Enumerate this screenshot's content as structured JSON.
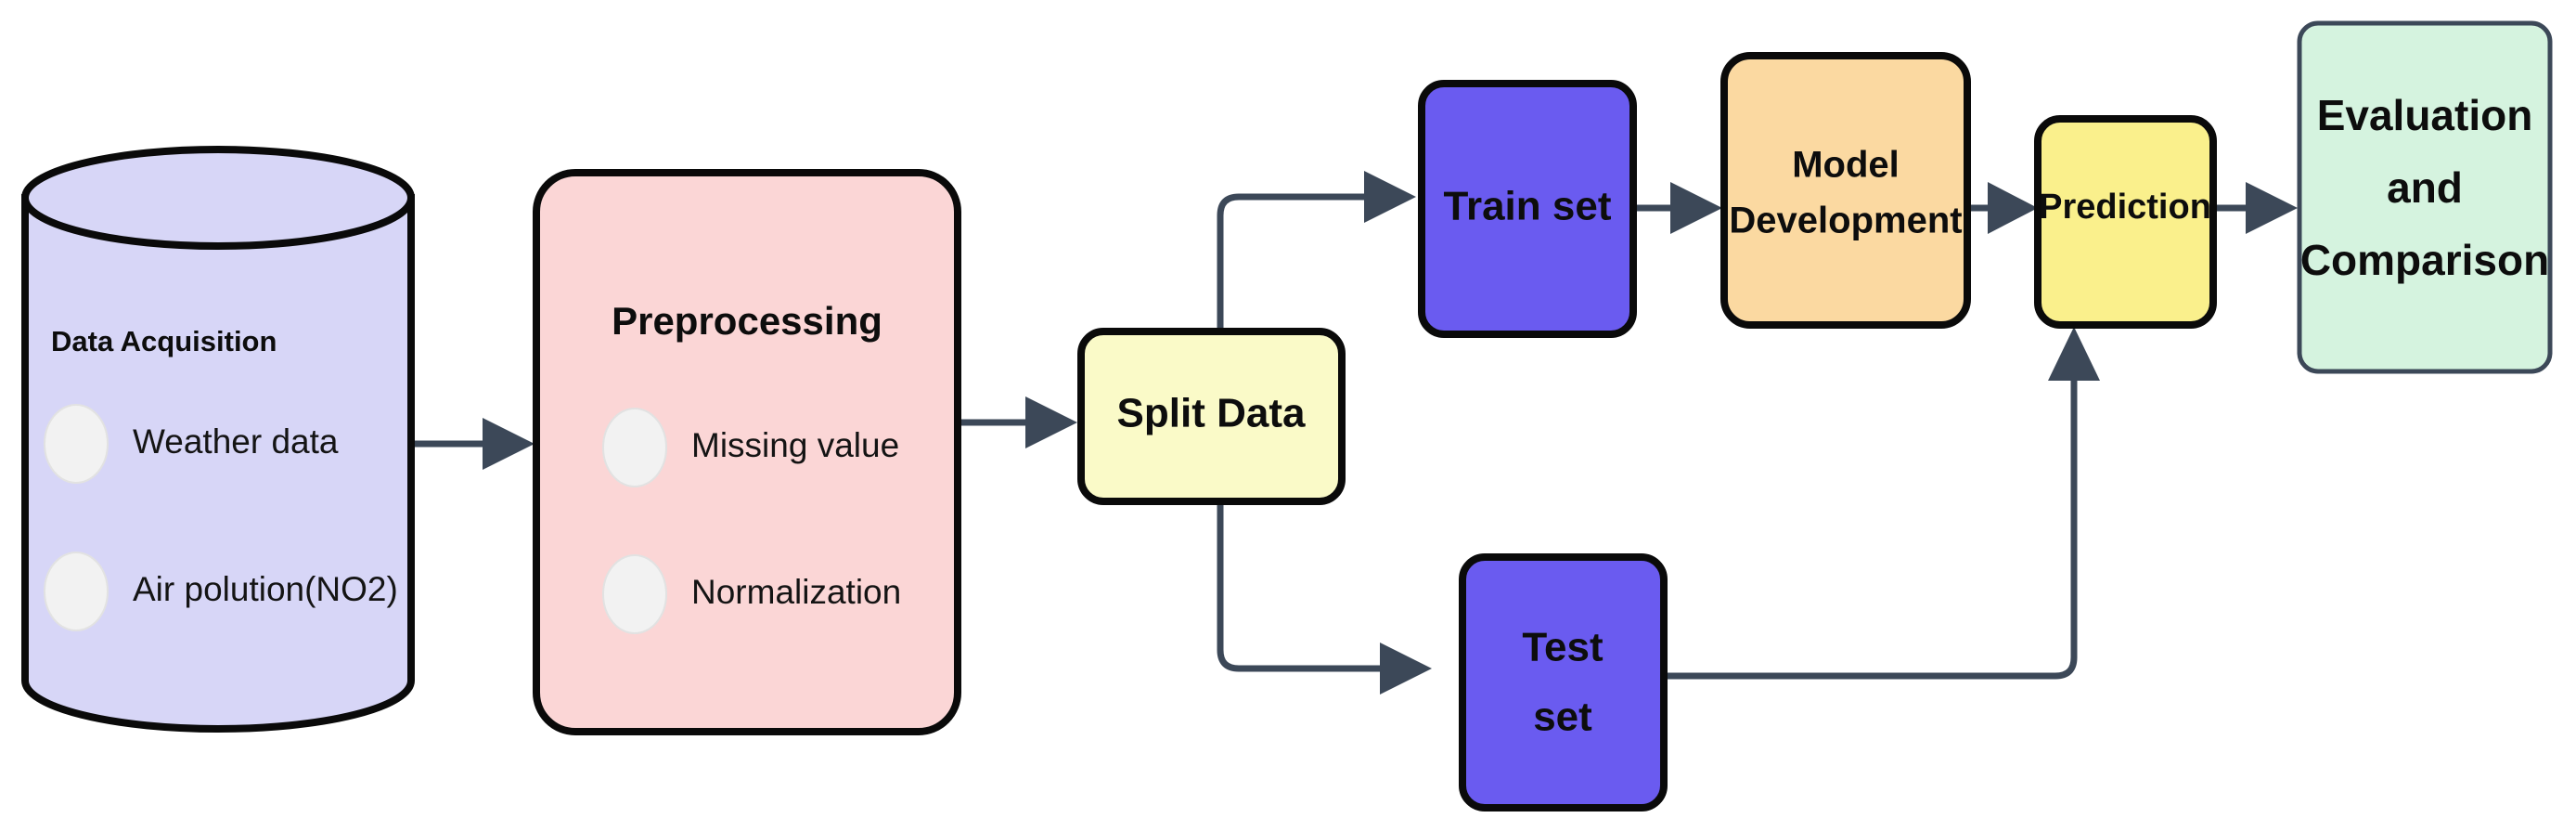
{
  "diagram": {
    "title": "Air pollution prediction machine learning pipeline flowchart",
    "background": "#ffffff"
  },
  "palette": {
    "cylinder_fill": "#D7D6F7",
    "preprocessing_fill": "#FBD6D6",
    "split_fill": "#FAFAC8",
    "trainset_fill": "#6A5BF0",
    "testset_fill": "#6A5BF0",
    "model_fill": "#FBD9A1",
    "prediction_fill": "#FAF08C",
    "evaluation_fill": "#D5F3DF",
    "border_dark": "#0a0a0a",
    "border_soft": "#3c4858",
    "connector": "#3c4858",
    "bullet_fill": "#F2F2F2",
    "text": "#0d0d0d"
  },
  "nodes": {
    "data_acquisition": {
      "shape": "cylinder",
      "title": "Data Acquisition",
      "items": [
        {
          "label": "Weather data"
        },
        {
          "label": "Air polution(NO2)"
        }
      ]
    },
    "preprocessing": {
      "shape": "rounded-rect",
      "title": "Preprocessing",
      "items": [
        {
          "label": "Missing value"
        },
        {
          "label": "Normalization"
        }
      ]
    },
    "split_data": {
      "shape": "rounded-rect",
      "label": "Split Data"
    },
    "train_set": {
      "shape": "rounded-rect",
      "label": "Train set"
    },
    "test_set": {
      "shape": "rounded-rect",
      "lines": [
        "Test",
        "set"
      ]
    },
    "model_development": {
      "shape": "rounded-rect",
      "lines": [
        "Model",
        "Development"
      ]
    },
    "prediction": {
      "shape": "rounded-rect",
      "label": "Prediction"
    },
    "evaluation": {
      "shape": "rounded-rect",
      "lines": [
        "Evaluation",
        "and",
        "Comparison"
      ]
    }
  },
  "edges": [
    {
      "from": "data_acquisition",
      "to": "preprocessing"
    },
    {
      "from": "preprocessing",
      "to": "split_data"
    },
    {
      "from": "split_data",
      "to": "train_set"
    },
    {
      "from": "split_data",
      "to": "test_set"
    },
    {
      "from": "train_set",
      "to": "model_development"
    },
    {
      "from": "model_development",
      "to": "prediction"
    },
    {
      "from": "test_set",
      "to": "prediction"
    },
    {
      "from": "prediction",
      "to": "evaluation"
    }
  ]
}
